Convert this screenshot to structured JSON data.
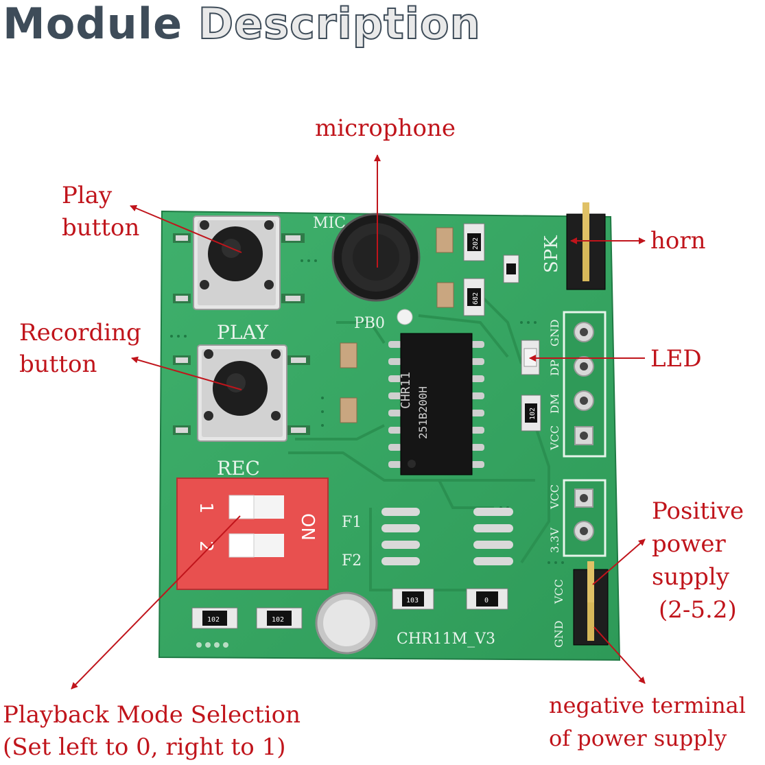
{
  "title": {
    "word1": "Module",
    "word2": "Description"
  },
  "labels": {
    "microphone": "microphone",
    "play_line1": "Play",
    "play_line2": "button",
    "rec_line1": "Recording",
    "rec_line2": "button",
    "horn": "horn",
    "led": "LED",
    "pos_line1": "Positive",
    "pos_line2": "power",
    "pos_line3": "supply",
    "pos_line4": "(2-5.2)",
    "neg_line1": "negative terminal",
    "neg_line2": "of power supply",
    "mode_line1": "Playback Mode Selection",
    "mode_line2": "(Set left to 0, right to 1)"
  },
  "board_text": {
    "mic": "MIC",
    "play": "PLAY",
    "rec": "REC",
    "pb0": "PB0",
    "spk": "SPK",
    "chip_line1": "CHR11",
    "chip_line2": "251B200H",
    "model": "CHR11M_V3",
    "dip_on": "ON",
    "dip_1": "1",
    "dip_2": "2",
    "f1": "F1",
    "f2": "F2",
    "pin_gnd": "GND",
    "pin_dp": "DP",
    "pin_dm": "DM",
    "pin_vcc": "VCC",
    "pin_vcc2": "VCC",
    "pin_33v": "3.3V",
    "hdr_vcc": "VCC",
    "hdr_gnd": "GND",
    "r1": "202",
    "r2": "682",
    "r3": "102",
    "r4": "103",
    "r5": "0",
    "r6": "102",
    "r7": "102"
  },
  "colors": {
    "label_red": "#c0141b",
    "pcb_green": "#35a763",
    "dip_red": "#e8504f",
    "title_dark": "#3e4c59"
  }
}
